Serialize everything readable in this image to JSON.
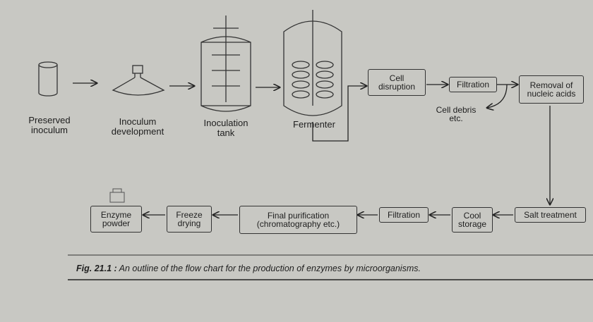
{
  "vessels": {
    "preserved": [
      "Preserved",
      "inoculum"
    ],
    "development": [
      "Inoculum",
      "development"
    ],
    "tank": [
      "Inoculation",
      "tank"
    ],
    "fermenter": "Fermenter"
  },
  "steps": {
    "cell_disruption": [
      "Cell",
      "disruption"
    ],
    "filtration_top": "Filtration",
    "removal": [
      "Removal of",
      "nucleic acids"
    ],
    "cell_debris": [
      "Cell debris",
      "etc."
    ],
    "salt_treatment": "Salt treatment",
    "cool_storage": [
      "Cool",
      "storage"
    ],
    "filtration_bottom": "Filtration",
    "final_purification": [
      "Final purification",
      "(chromatography etc.)"
    ],
    "freeze_drying": [
      "Freeze",
      "drying"
    ],
    "enzyme_powder": [
      "Enzyme",
      "powder"
    ]
  },
  "caption": {
    "figure": "Fig. 21.1 :",
    "text": "An outline of the flow chart for the production of enzymes by microorganisms."
  }
}
